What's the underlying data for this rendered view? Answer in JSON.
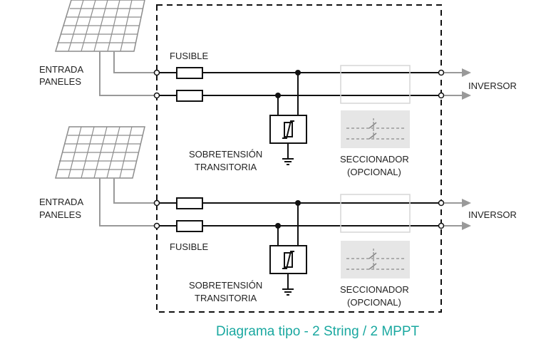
{
  "labels": {
    "entrada_1_line1": "ENTRADA",
    "entrada_1_line2": "PANELES",
    "entrada_2_line1": "ENTRADA",
    "entrada_2_line2": "PANELES",
    "fusible_top": "FUSIBLE",
    "fusible_bottom": "FUSIBLE",
    "inversor_1": "INVERSOR",
    "inversor_2": "INVERSOR",
    "sobretension_1_line1": "SOBRETENSIÓN",
    "sobretension_1_line2": "TRANSITORIA",
    "sobretension_2_line1": "SOBRETENSIÓN",
    "sobretension_2_line2": "TRANSITORIA",
    "seccionador_1_line1": "SECCIONADOR",
    "seccionador_1_line2": "(OPCIONAL)",
    "seccionador_2_line1": "SECCIONADOR",
    "seccionador_2_line2": "(OPCIONAL)"
  },
  "caption": "Diagrama tipo - 2 String / 2 MPPT",
  "colors": {
    "caption": "#1aa8a0",
    "wire": "#111111",
    "panel_wire": "#999999",
    "panel_grid": "#8c8c8c",
    "optional_fill": "#e6e6e6",
    "optional_border": "#d6d6d6"
  },
  "icons": [
    "solar-panel-icon",
    "fuse-icon",
    "surge-protector-icon",
    "ground-icon",
    "disconnect-switch-icon",
    "arrow-icon"
  ]
}
